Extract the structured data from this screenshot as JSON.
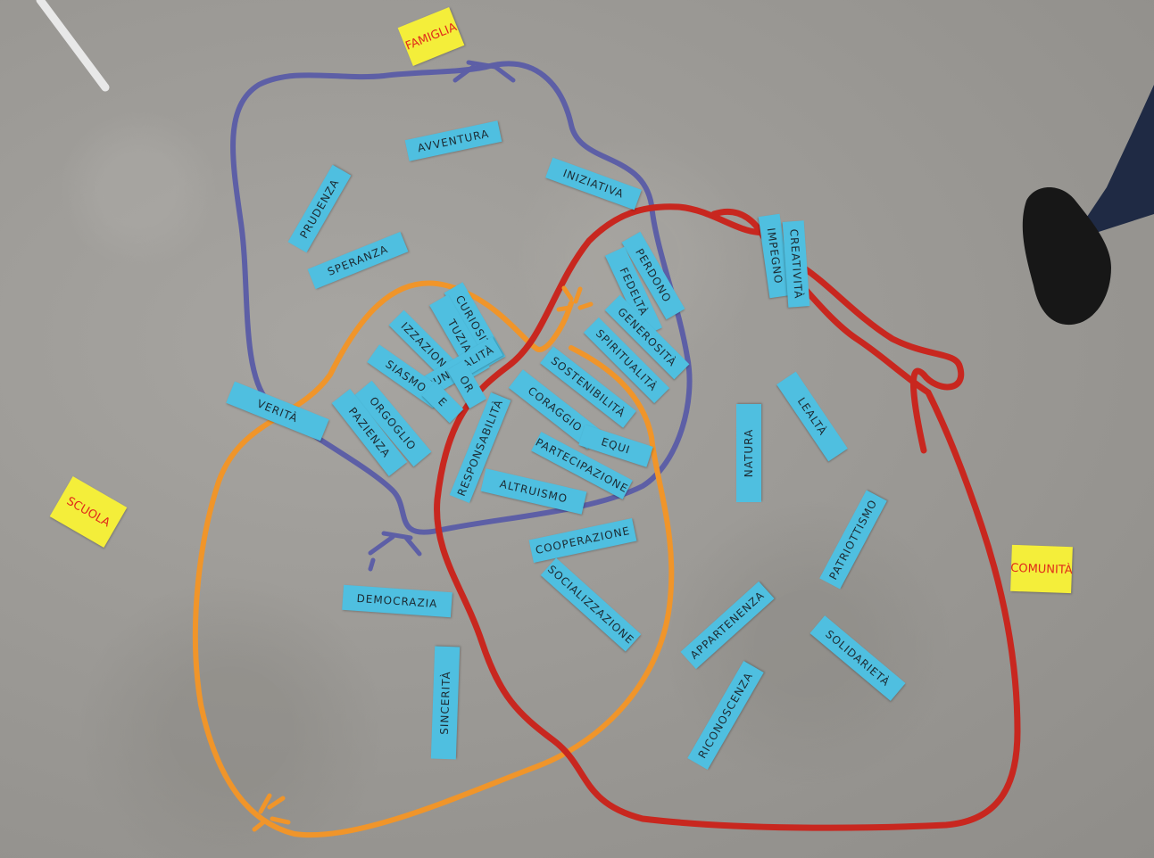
{
  "cards": [
    {
      "id": "avventura",
      "text": "AVVENTURA"
    },
    {
      "id": "prudenza",
      "text": "PRUDENZA"
    },
    {
      "id": "iniziativa",
      "text": "INIZIATIVA"
    },
    {
      "id": "speranza",
      "text": "SPERANZA"
    },
    {
      "id": "perdono",
      "text": "PERDONO"
    },
    {
      "id": "fedelta",
      "text": "FEDELTÀ"
    },
    {
      "id": "impegno",
      "text": "IMPEGNO"
    },
    {
      "id": "creativita",
      "text": "CREATIVITÀ"
    },
    {
      "id": "curiosita",
      "text": "CURIOSITÀ"
    },
    {
      "id": "tuzia",
      "text": "TUZIA"
    },
    {
      "id": "generosita",
      "text": "GENEROSITÀ"
    },
    {
      "id": "izzazione",
      "text": "IZZAZIONE"
    },
    {
      "id": "puntualita",
      "text": "PUNTUALITÀ"
    },
    {
      "id": "spiritualita",
      "text": "SPIRITUALITÀ"
    },
    {
      "id": "siasmo",
      "text": "SIASMO"
    },
    {
      "id": "or",
      "text": "OR"
    },
    {
      "id": "e",
      "text": "E"
    },
    {
      "id": "sostenibilita",
      "text": "SOSTENIBILITÀ"
    },
    {
      "id": "verita",
      "text": "VERITÀ"
    },
    {
      "id": "coraggio",
      "text": "CORAGGIO"
    },
    {
      "id": "orgoglio",
      "text": "ORGOGLIO"
    },
    {
      "id": "pazienza",
      "text": "PAZIENZA"
    },
    {
      "id": "responsabilita",
      "text": "RESPONSABILITÀ"
    },
    {
      "id": "equi",
      "text": "EQUI"
    },
    {
      "id": "leolta",
      "text": "LEALTÀ"
    },
    {
      "id": "partecipazione",
      "text": "PARTECIPAZIONE"
    },
    {
      "id": "natura",
      "text": "NATURA"
    },
    {
      "id": "altruismo",
      "text": "ALTRUISMO"
    },
    {
      "id": "cooperazione",
      "text": "COOPERAZIONE"
    },
    {
      "id": "patriottismo",
      "text": "PATRIOTTISMO"
    },
    {
      "id": "democrazia",
      "text": "DEMOCRAZIA"
    },
    {
      "id": "socializzazione",
      "text": "SOCIALIZZAZIONE"
    },
    {
      "id": "appartenenza",
      "text": "APPARTENENZA"
    },
    {
      "id": "solidarieta",
      "text": "SOLIDARIETÀ"
    },
    {
      "id": "sincerita",
      "text": "SINCERITÀ"
    },
    {
      "id": "riconoscenza",
      "text": "RICONOSCENZA"
    }
  ],
  "notes": [
    {
      "id": "famiglia",
      "text": "FAMIGLIA"
    },
    {
      "id": "scuola",
      "text": "SCUOLA"
    },
    {
      "id": "comunita",
      "text": "COMUNITÀ"
    }
  ],
  "colors": {
    "card": "#4fbfe0",
    "note": "#f4ee3a",
    "rope_purple": "#5d5fa6",
    "rope_orange": "#f0952a",
    "rope_red": "#c8271f"
  }
}
